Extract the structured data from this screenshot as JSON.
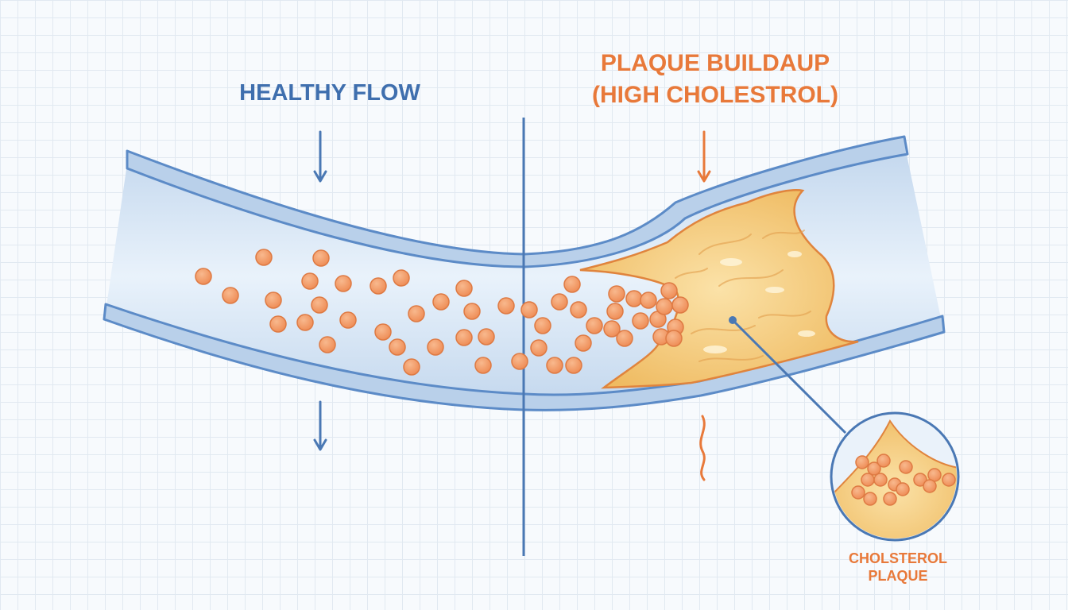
{
  "colors": {
    "healthy_blue": "#3f6fae",
    "plaque_orange": "#e8793a",
    "vessel_wall": "#5c8bc7",
    "vessel_fill": "#cfe0f2",
    "plaque_fill": "#f2c372",
    "cell_fill": "#f29a63"
  },
  "labels": {
    "healthy_flow": "HEALTHY FLOW",
    "plaque_line1": "PLAQUE BUILDAUP",
    "plaque_line2": "(HIGH CHOLESTROL)",
    "callout_line1": "CHOLSTEROL",
    "callout_line2": "PLAQUE"
  },
  "icons": [
    "down-arrow-icon",
    "wavy-line-icon",
    "magnifier-circle-icon"
  ]
}
